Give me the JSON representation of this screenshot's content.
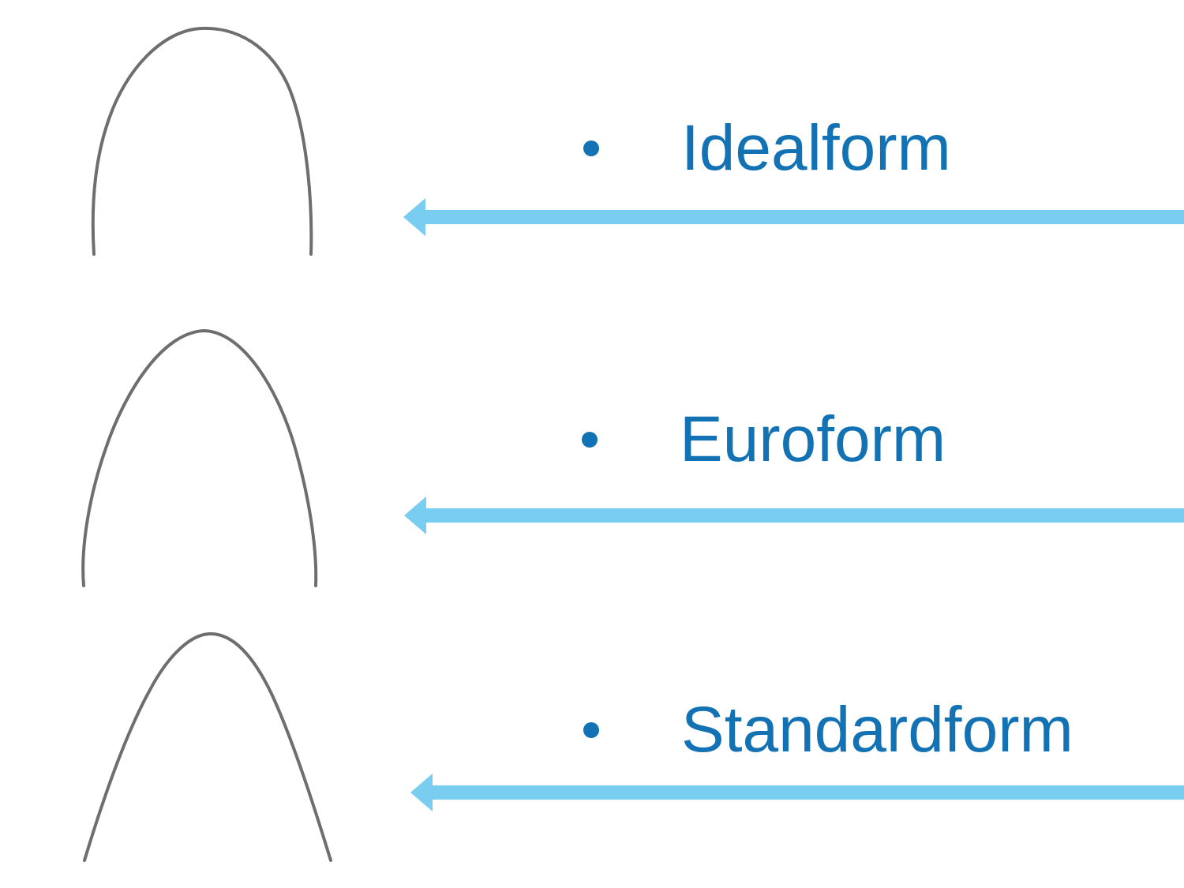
{
  "slide": {
    "bullets": [
      {
        "label": "Idealform"
      },
      {
        "label": "Euroform"
      },
      {
        "label": "Standardform"
      }
    ],
    "figures": [
      {
        "name": "idealform-archwire-outline"
      },
      {
        "name": "euroform-archwire-outline"
      },
      {
        "name": "standardform-archwire-outline"
      }
    ],
    "icons": {
      "arrow": "left-arrow"
    },
    "colors": {
      "label_text": "#1272b4",
      "bullet": "#1272b4",
      "arrow": "#79cdf0",
      "wire": "#6e6e6e",
      "background": "#ffffff"
    }
  }
}
